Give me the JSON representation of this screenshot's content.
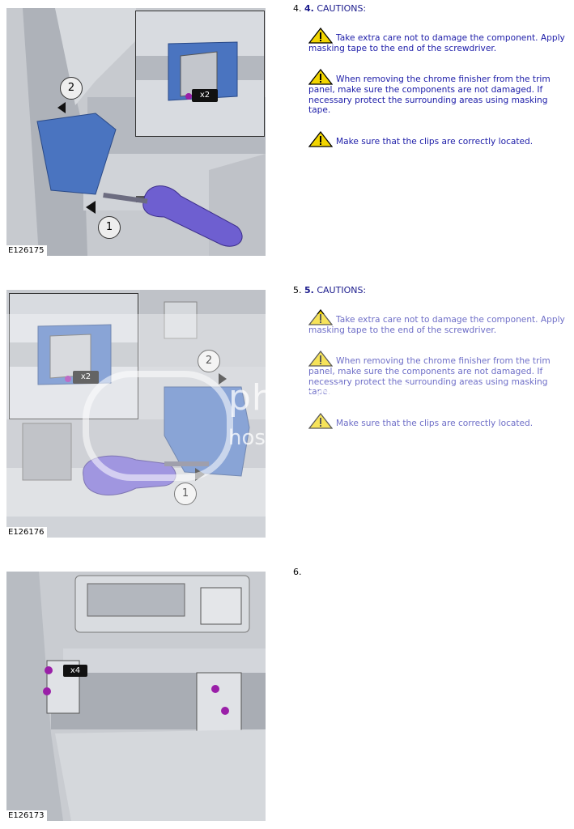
{
  "steps": [
    {
      "number": "4.",
      "title_num": "4.",
      "title": "CAUTIONS:",
      "figure_caption": "E126175",
      "callout_badge": "x2",
      "callouts": [
        "2",
        "1"
      ],
      "cautions": [
        "Take extra care not to damage the component. Apply masking tape to the end of the screwdriver.",
        "When removing the chrome finisher from the trim panel, make sure the components are not damaged. If necessary protect the surrounding areas using masking tape.",
        "Make sure that the clips are correctly located."
      ]
    },
    {
      "number": "5.",
      "title_num": "5.",
      "title": "CAUTIONS:",
      "figure_caption": "E126176",
      "callout_badge": "x2",
      "callouts": [
        "2",
        "1"
      ],
      "cautions": [
        "Take extra care not to damage the component. Apply masking tape to the end of the screwdriver.",
        "When removing the chrome finisher from the trim panel, make sure the components are not damaged. If necessary protect the surrounding areas using masking tape.",
        "Make sure that the clips are correctly located."
      ]
    },
    {
      "number": "6.",
      "figure_caption": "E126173",
      "callout_badge": "x4"
    }
  ],
  "watermark": {
    "line1": "photobucket",
    "line2": "host. store. share."
  },
  "colors": {
    "caution_text": "#1c1ca8",
    "warning_yellow": "#f2d500",
    "trim_blue": "#4a74c0",
    "screwdriver_purple": "#6e5fd0",
    "clip_magenta": "#9a1fa8"
  }
}
